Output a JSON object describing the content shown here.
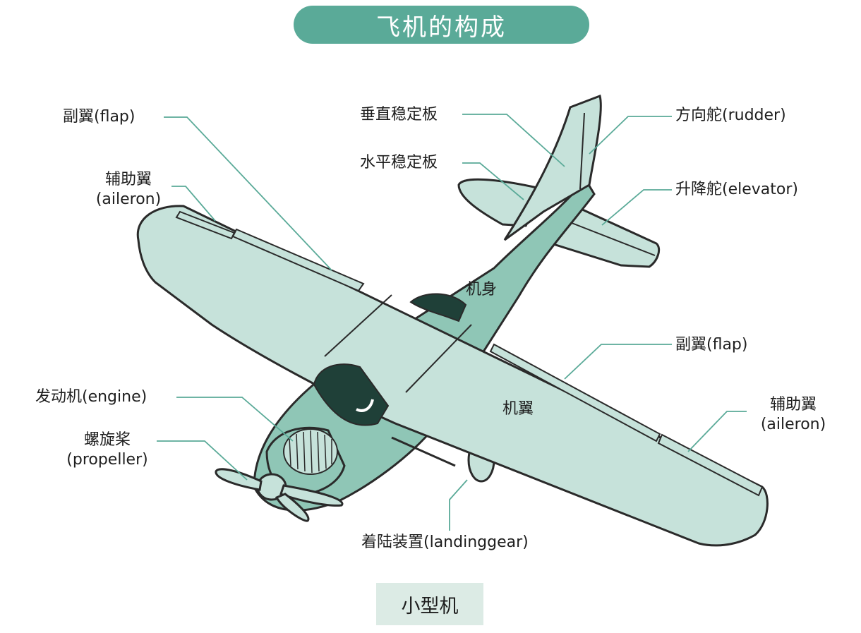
{
  "title": "飞机的构成",
  "labels": {
    "flap_left": "副翼(flap)",
    "aileron_left_cn": "辅助翼",
    "aileron_left_en": "(aileron)",
    "vertical_stabilizer": "垂直稳定板",
    "horizontal_stabilizer": "水平稳定板",
    "rudder": "方向舵(rudder)",
    "elevator": "升降舵(elevator)",
    "fuselage": "机身",
    "flap_right": "副翼(flap)",
    "wing": "机翼",
    "aileron_right_cn": "辅助翼",
    "aileron_right_en": "(aileron)",
    "engine": "发动机(engine)",
    "propeller_cn": "螺旋桨",
    "propeller_en": "(propeller)",
    "landing_gear": "着陆装置(landinggear)"
  },
  "caption": "小型机",
  "colors": {
    "title_bg": "#5aaa98",
    "aircraft_fill": "#c6e2da",
    "aircraft_shade": "#8fc6b6",
    "aircraft_dark": "#1f4038",
    "outline": "#2a2a2a",
    "leader_line": "#5aaa98",
    "caption_bg": "#dcebe5"
  }
}
